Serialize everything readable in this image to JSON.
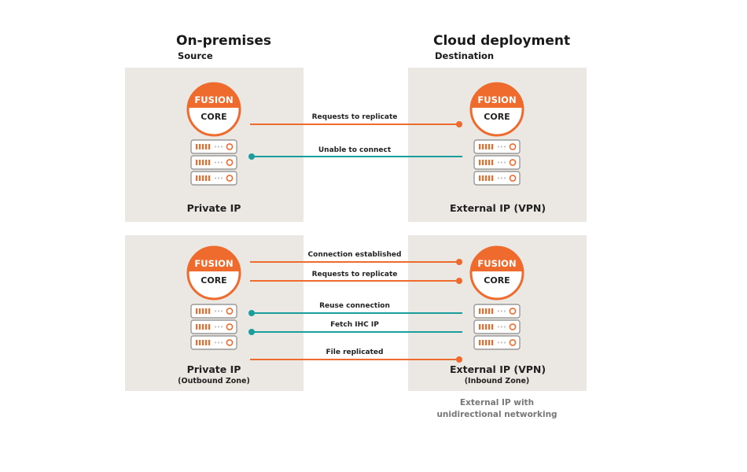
{
  "colors": {
    "panel": "#ebe7e3",
    "orange": "#ee6a2d",
    "teal": "#1a9e9d",
    "server_stroke": "#9a9a9a"
  },
  "headings": {
    "left_title": "On-premises",
    "left_sub": "Source",
    "right_title": "Cloud deployment",
    "right_sub": "Destination"
  },
  "badge": {
    "top_text": "FUSION",
    "bottom_text": "CORE"
  },
  "top_section": {
    "left_label": "Private IP",
    "right_label": "External IP (VPN)",
    "connections": [
      {
        "label": "Requests to replicate",
        "color": "orange",
        "dot": "right"
      },
      {
        "label": "Unable to connect",
        "color": "teal",
        "dot": "left"
      }
    ]
  },
  "bottom_section": {
    "left_label": "Private IP",
    "left_zone": "(Outbound Zone)",
    "right_label": "External IP (VPN)",
    "right_zone": "(Inbound Zone)",
    "connections": [
      {
        "label": "Connection established",
        "color": "orange",
        "dot": "right"
      },
      {
        "label": "Requests to replicate",
        "color": "orange",
        "dot": "right"
      },
      {
        "label": "Reuse connection",
        "color": "teal",
        "dot": "left"
      },
      {
        "label": "Fetch IHC IP",
        "color": "teal",
        "dot": "left"
      },
      {
        "label": "File replicated",
        "color": "orange",
        "dot": "right"
      }
    ],
    "note_line1": "External IP with",
    "note_line2": "unidirectional networking"
  }
}
